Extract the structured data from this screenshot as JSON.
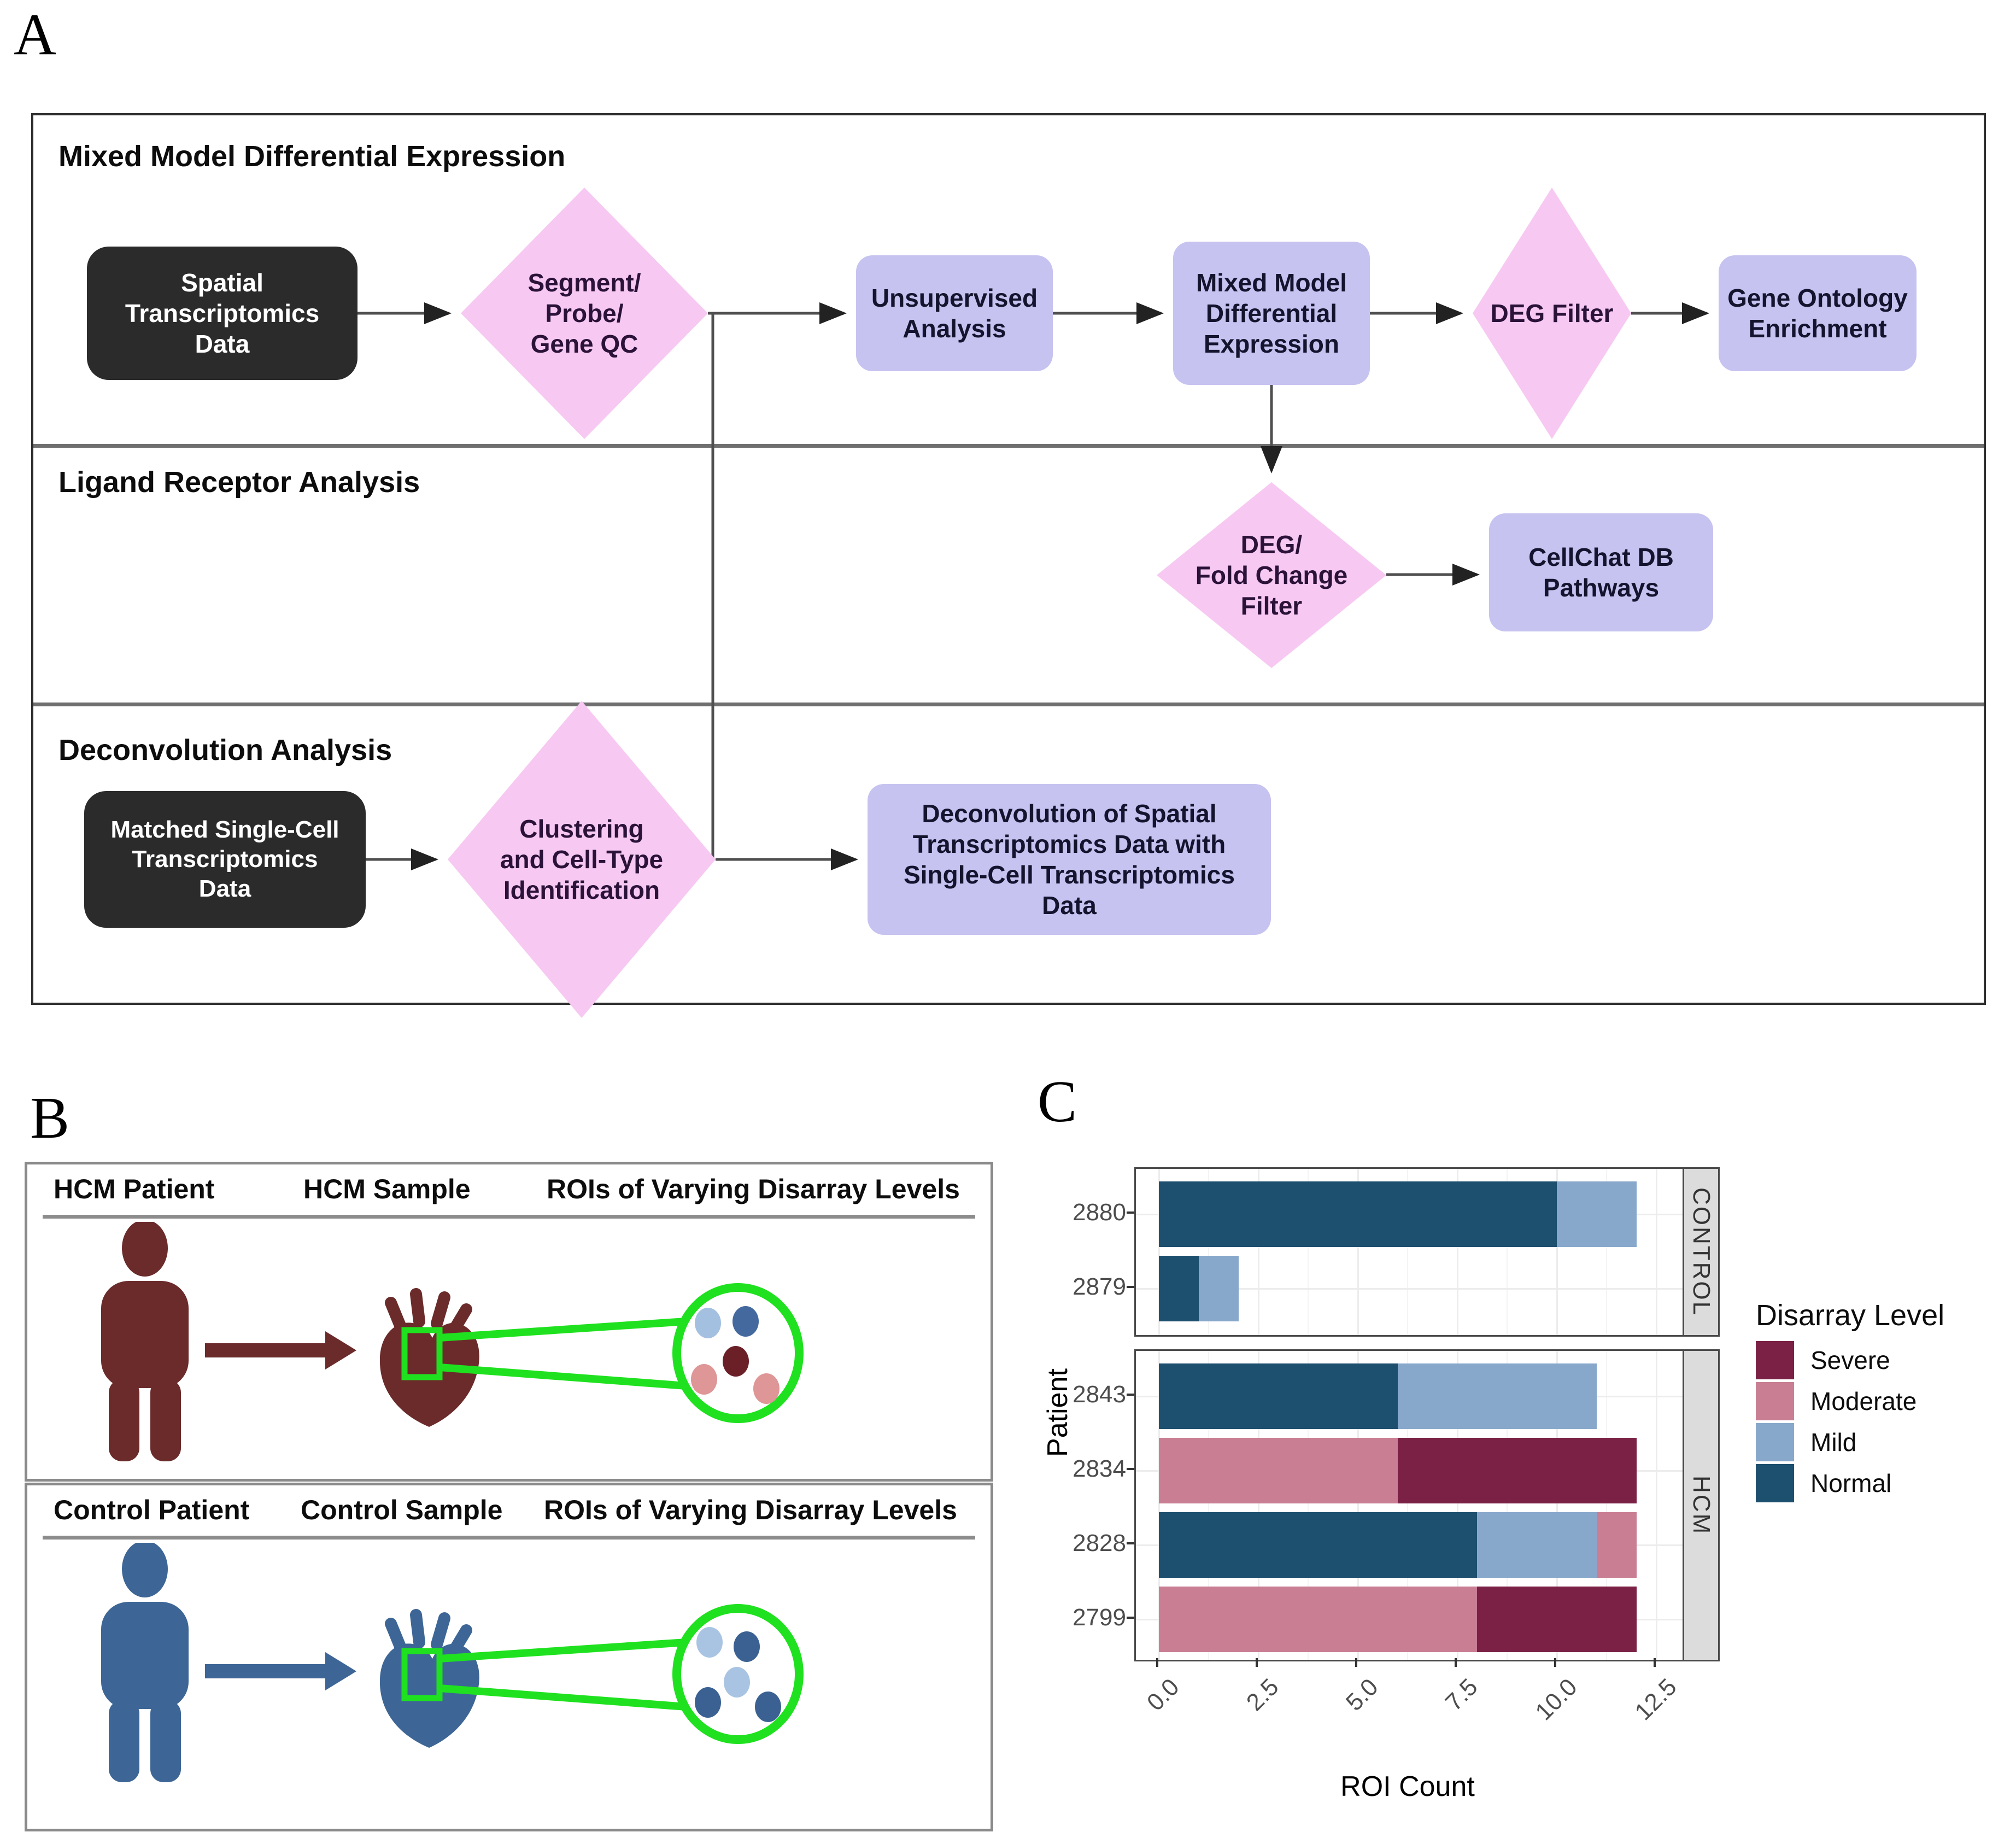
{
  "labels": {
    "a": "A",
    "b": "B",
    "c": "C"
  },
  "panel_a": {
    "colors": {
      "node_dark": "#2b2b2b",
      "node_purple": "#c6c3f1",
      "node_pink": "#f7c9f2"
    },
    "rows": [
      {
        "title": "Mixed Model Differential Expression"
      },
      {
        "title": "Ligand Receptor Analysis"
      },
      {
        "title": "Deconvolution Analysis"
      }
    ],
    "nodes": {
      "spatial_data": "Spatial\nTranscriptomics\nData",
      "segment_qc": "Segment/\nProbe/\nGene QC",
      "unsupervised": "Unsupervised\nAnalysis",
      "mixed_model": "Mixed Model\nDifferential\nExpression",
      "deg_filter": "DEG Filter",
      "gene_ontology": "Gene Ontology\nEnrichment",
      "deg_fc_filter": "DEG/\nFold Change\nFilter",
      "cellchat": "CellChat DB\nPathways",
      "matched_sc": "Matched Single-Cell\nTranscriptomics\nData",
      "clustering": "Clustering\nand Cell-Type\nIdentification",
      "deconvolution": "Deconvolution of Spatial\nTranscriptomics Data with\nSingle-Cell Transcriptomics\nData"
    }
  },
  "panel_b": {
    "roi_green": "#1fe11f",
    "hcm": {
      "col1": "HCM Patient",
      "col2": "HCM Sample",
      "col3": "ROIs of Varying Disarray Levels",
      "color": "#6b2b2b",
      "dots": [
        "#a3c0e0",
        "#44699e",
        "#6b2028",
        "#de9696",
        "#de9696"
      ]
    },
    "control": {
      "col1": "Control Patient",
      "col2": "Control Sample",
      "col3": "ROIs of Varying Disarray Levels",
      "color": "#3d6696",
      "dots": [
        "#a9c4e2",
        "#3a6191",
        "#a9c4e2",
        "#3a6191",
        "#3a6191"
      ]
    }
  },
  "chart_data": {
    "type": "bar",
    "orientation": "horizontal",
    "stacked": true,
    "xlabel": "ROI Count",
    "ylabel": "Patient",
    "x_ticks": [
      "0.0",
      "2.5",
      "5.0",
      "7.5",
      "10.0",
      "12.5"
    ],
    "x_tick_values": [
      0,
      2.5,
      5,
      7.5,
      10,
      12.5
    ],
    "x_minor_tick_values": [
      1.25,
      3.75,
      6.25,
      8.75,
      11.25
    ],
    "xlim": [
      0,
      12.5
    ],
    "grid": true,
    "legend_position": "right",
    "legend_title": "Disarray Level",
    "legend_entries": [
      "Severe",
      "Moderate",
      "Mild",
      "Normal"
    ],
    "colors": {
      "Severe": "#7a2145",
      "Moderate": "#c97e93",
      "Mild": "#88a8cb",
      "Normal": "#1d4f6e"
    },
    "facets": [
      {
        "label": "CONTROL",
        "rows": [
          {
            "patient": "2880",
            "segments": [
              {
                "level": "Normal",
                "value": 10
              },
              {
                "level": "Mild",
                "value": 2
              }
            ]
          },
          {
            "patient": "2879",
            "segments": [
              {
                "level": "Normal",
                "value": 1
              },
              {
                "level": "Mild",
                "value": 1
              }
            ]
          }
        ]
      },
      {
        "label": "HCM",
        "rows": [
          {
            "patient": "2843",
            "segments": [
              {
                "level": "Normal",
                "value": 6
              },
              {
                "level": "Mild",
                "value": 5
              }
            ]
          },
          {
            "patient": "2834",
            "segments": [
              {
                "level": "Moderate",
                "value": 6
              },
              {
                "level": "Severe",
                "value": 6
              }
            ]
          },
          {
            "patient": "2828",
            "segments": [
              {
                "level": "Normal",
                "value": 8
              },
              {
                "level": "Mild",
                "value": 3
              },
              {
                "level": "Moderate",
                "value": 1
              }
            ]
          },
          {
            "patient": "2799",
            "segments": [
              {
                "level": "Moderate",
                "value": 8
              },
              {
                "level": "Severe",
                "value": 4
              }
            ]
          }
        ]
      }
    ]
  }
}
